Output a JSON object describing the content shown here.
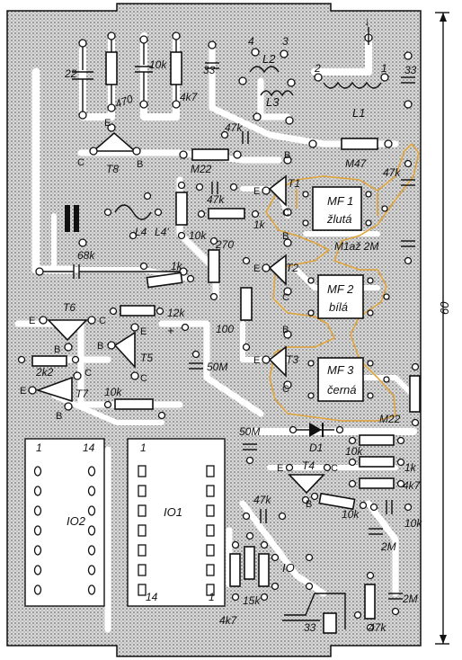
{
  "connector_pins": {
    "p1": "1",
    "p2": "2",
    "p3": "3",
    "p4": "4",
    "arrow": "↓"
  },
  "inductors": {
    "l1": "L1",
    "l2": "L2",
    "l3": "L3",
    "l4": "L4",
    "l4p": "L4'"
  },
  "capacitors": {
    "c22": "22",
    "c10k_top": "10k",
    "c33_top": "33",
    "c33_right": "33",
    "c47k_a": "47k",
    "c47k_b": "47k",
    "c47k_mf": "47k",
    "c68k": "68k",
    "c50M_a": "50M",
    "c50M_b": "50M",
    "c47k_c": "47k",
    "c10k_br": "10k",
    "c2M_a": "2M",
    "c2M_b": "2M",
    "c33_bottom": "33",
    "c_M1az2M": "M1až 2M"
  },
  "resistors": {
    "r470": "470",
    "r4k7_top": "4k7",
    "rM22": "M22",
    "rM47": "M47",
    "r1k_a": "1k",
    "r10k_a": "10k",
    "r270": "270",
    "r1k_b": "1k",
    "r12k": "12k",
    "r100": "100",
    "r2k2": "2k2",
    "r10k_b": "10k",
    "rM22_b": "M22",
    "r10k_c": "10k",
    "r1k_c": "1k",
    "r4k7_b": "4k7",
    "r10k_d": "10k",
    "r15k": "15k",
    "r4k7_c": "4k7",
    "r47k_bottom": "47k"
  },
  "transistors": {
    "t1": "T1",
    "t2": "T2",
    "t3": "T3",
    "t4": "T4",
    "t5": "T5",
    "t6": "T6",
    "t7": "T7",
    "t8": "T8"
  },
  "transistor_pins": {
    "e": "E",
    "b": "B",
    "c": "C"
  },
  "if_filters": [
    {
      "name": "MF 1",
      "color": "žlutá"
    },
    {
      "name": "MF 2",
      "color": "bílá"
    },
    {
      "name": "MF 3",
      "color": "černá"
    }
  ],
  "diode": "D1",
  "ics": {
    "io1": "IO1",
    "io2": "IO2",
    "io": "IO",
    "pin1": "1",
    "pin14": "14"
  },
  "dimension": "60",
  "plus_sign": "+"
}
